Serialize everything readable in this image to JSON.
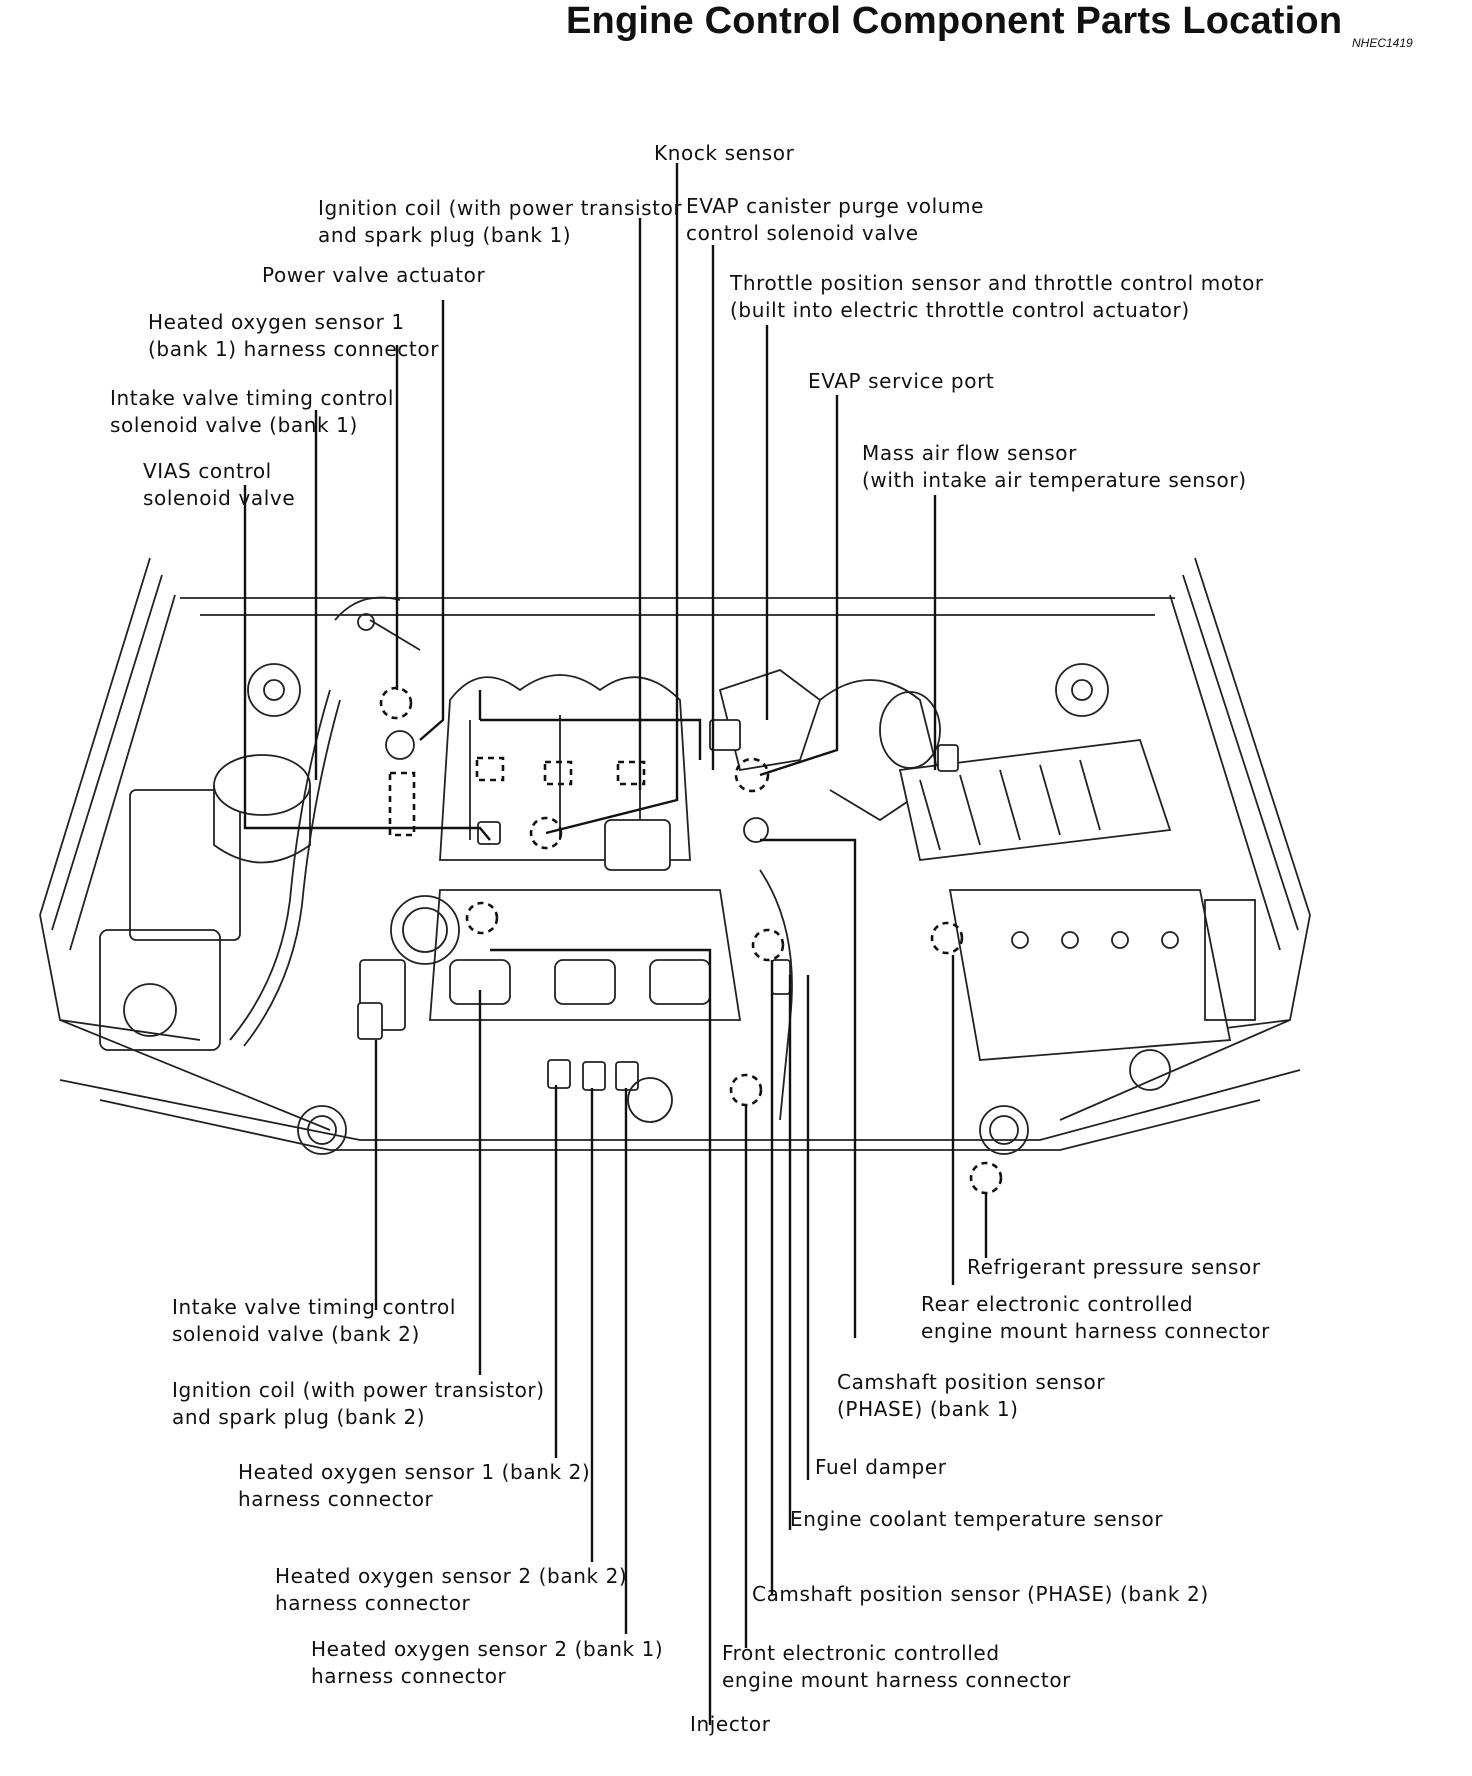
{
  "title": "Engine Control Component Parts Location",
  "ref_code": "NHEC1419",
  "labels": {
    "knock_sensor": [
      "Knock sensor"
    ],
    "ignition_coil_bank1": [
      "Ignition coil (with power transistor",
      "and spark plug (bank 1)"
    ],
    "evap_purge_valve": [
      "EVAP canister purge volume",
      "control solenoid valve"
    ],
    "power_valve_actuator": [
      "Power valve actuator"
    ],
    "throttle_position_sensor": [
      "Throttle position sensor and throttle control motor",
      "(built into electric throttle control actuator)"
    ],
    "ho2s1_bank1_connector": [
      "Heated oxygen sensor 1",
      "(bank 1) harness connector"
    ],
    "evap_service_port": [
      "EVAP service port"
    ],
    "ivt_valve_bank1": [
      "Intake valve timing control",
      "solenoid valve (bank 1)"
    ],
    "mass_air_flow_sensor": [
      "Mass air flow sensor",
      "(with intake air temperature sensor)"
    ],
    "vias_valve": [
      "VIAS control",
      "solenoid valve"
    ],
    "refrigerant_pressure_sensor": [
      "Refrigerant pressure sensor"
    ],
    "rear_engine_mount_connector": [
      "Rear electronic controlled",
      "engine mount harness connector"
    ],
    "ivt_valve_bank2": [
      "Intake valve timing control",
      "solenoid valve (bank 2)"
    ],
    "ignition_coil_bank2": [
      "Ignition coil (with power transistor)",
      "and spark plug (bank 2)"
    ],
    "camshaft_sensor_bank1": [
      "Camshaft position sensor",
      "(PHASE) (bank 1)"
    ],
    "fuel_damper": [
      "Fuel damper"
    ],
    "ho2s1_bank2_connector": [
      "Heated oxygen sensor 1 (bank 2)",
      "harness connector"
    ],
    "ect_sensor": [
      "Engine coolant temperature sensor"
    ],
    "ho2s2_bank2_connector": [
      "Heated oxygen sensor 2 (bank 2)",
      "harness connector"
    ],
    "camshaft_sensor_bank2": [
      "Camshaft position sensor (PHASE) (bank 2)"
    ],
    "ho2s2_bank1_connector": [
      "Heated oxygen sensor 2 (bank 1)",
      "harness connector"
    ],
    "front_engine_mount_connector": [
      "Front electronic controlled",
      "engine mount harness connector"
    ],
    "injector": [
      "Injector"
    ]
  }
}
